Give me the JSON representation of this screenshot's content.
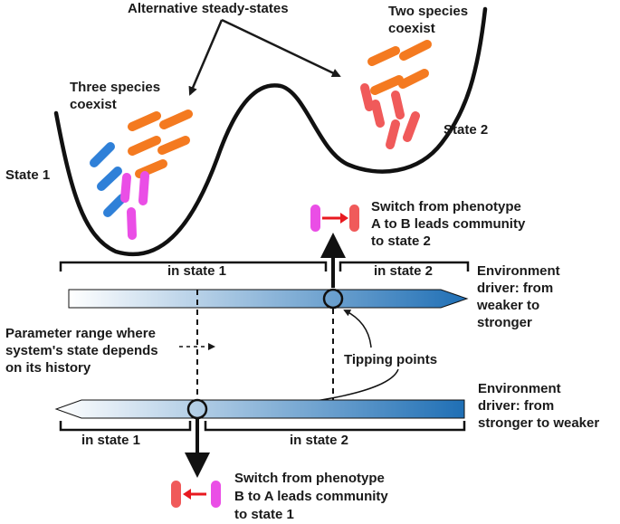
{
  "top": {
    "alt_states_title": "Alternative steady-states",
    "two_species_l1": "Two species",
    "two_species_l2": "coexist",
    "three_species_l1": "Three species",
    "three_species_l2": "coexist",
    "state1": "State 1",
    "state2": "State 2"
  },
  "switch_ab": {
    "l1": "Switch from phenotype",
    "l2": "A to B leads community",
    "l3": "to state 2"
  },
  "forward_bar": {
    "in_state_1": "in state 1",
    "in_state_2": "in state 2",
    "env_l1": "Environment",
    "env_l2": "driver: from",
    "env_l3": "weaker to",
    "env_l4": "stronger"
  },
  "hysteresis": {
    "l1": "Parameter range where",
    "l2": "system's state depends",
    "l3": "on its history"
  },
  "tipping_points": "Tipping points",
  "backward_bar": {
    "in_state_1": "in state 1",
    "in_state_2": "in state 2",
    "env_l1": "Environment",
    "env_l2": "driver: from",
    "env_l3": "stronger to weaker"
  },
  "switch_ba": {
    "l1": "Switch from phenotype",
    "l2": "B to A leads community",
    "l3": "to state 1"
  },
  "colors": {
    "blue": "#2f80d8",
    "orange": "#f47a20",
    "magenta": "#ea4ee6",
    "red": "#f05a5a",
    "arrow_red": "#e8191f",
    "gradient_dark": "#1f6fb5",
    "gradient_light": "#ffffff"
  }
}
